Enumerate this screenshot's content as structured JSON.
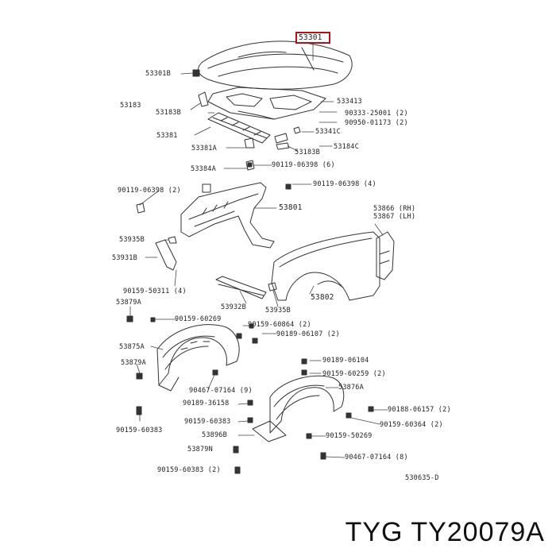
{
  "diagram": {
    "labels": [
      "53301",
      "53301B",
      "533413",
      "53183",
      "53183B",
      "90333-25001 (2)",
      "90950-01173 (2)",
      "53381",
      "53341C",
      "53381A",
      "53183B",
      "53184C",
      "53384A",
      "90119-06398 (6)",
      "90119-06398 (2)",
      "90119-06398 (4)",
      "53801",
      "53866 (RH)",
      "53867 (LH)",
      "53935B",
      "53931B",
      "90159-50311 (4)",
      "53879A",
      "53932B",
      "53935B",
      "53802",
      "90159-60269",
      "90159-60864 (2)",
      "90189-06107 (2)",
      "53875A",
      "90189-06104",
      "90159-60259 (2)",
      "53879A",
      "90467-07164 (9)",
      "53876A",
      "90189-36158",
      "90188-06157 (2)",
      "90159-60383",
      "90159-60364 (2)",
      "90159-60383",
      "53896B",
      "90159-50269",
      "53879N",
      "90467-07164 (8)",
      "90159-60383 (2)",
      "530635-D"
    ]
  },
  "footer": {
    "part_number": "TYG TY20079A"
  }
}
